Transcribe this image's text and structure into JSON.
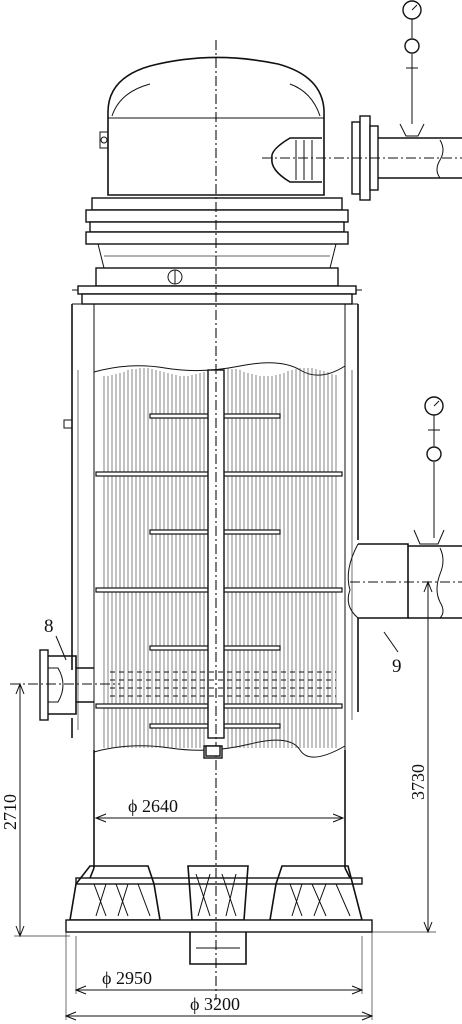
{
  "labels": {
    "item_8": "8",
    "item_9": "9"
  },
  "dimensions": {
    "inner_diameter": "ϕ 2640",
    "base_diameter": "ϕ 2950",
    "outer_diameter": "ϕ 3200",
    "height_left": "2710",
    "height_right": "3730"
  }
}
